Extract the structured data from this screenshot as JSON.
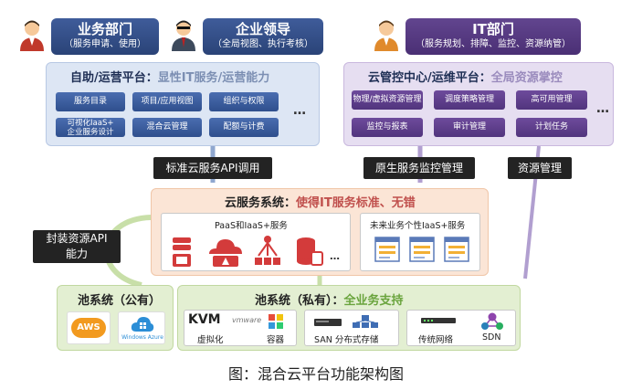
{
  "roles": {
    "business": {
      "title": "业务部门",
      "subtitle": "（服务申请、使用）"
    },
    "leadership": {
      "title": "企业领导",
      "subtitle": "（全局视图、执行考核）"
    },
    "it": {
      "title": "IT部门",
      "subtitle": "（服务规划、排障、监控、资源纳管）"
    }
  },
  "self_service": {
    "title": "自助/运营平台：",
    "highlight": "显性IT服务/运营能力",
    "items": [
      "服务目录",
      "项目/应用视图",
      "组织与权限",
      "可视化IaaS+",
      "企业服务设计",
      "混合云管理",
      "配额与计费"
    ],
    "more": "…"
  },
  "cloud_control": {
    "title": "云管控中心/运维平台：",
    "highlight": "全局资源掌控",
    "items": [
      "物理/虚拟资源管理",
      "调度策略管理",
      "高可用管理",
      "监控与报表",
      "审计管理",
      "计划任务"
    ],
    "more": "…"
  },
  "connectors": {
    "std_api": "标准云服务API调用",
    "native_monitor": "原生服务监控管理",
    "resource_mgmt": "资源管理",
    "encap_api_1": "封装资源API",
    "encap_api_2": "能力"
  },
  "cloud_service": {
    "title": "云服务系统：",
    "highlight": "使得IT服务标准、无错",
    "left_box_title": "PaaS和IaaS+服务",
    "right_box_title": "未来业务个性IaaS+服务",
    "more": "…"
  },
  "pool_public": {
    "title": "池系统（公有）",
    "aws": "AWS",
    "azure": "Windows Azure"
  },
  "pool_private": {
    "title": "池系统（私有）：",
    "highlight": "全业务支持",
    "kvm": "KVM",
    "vmware": "vmware",
    "virtualization": "虚拟化",
    "container": "容器",
    "storage": "SAN 分布式存储",
    "network": "传统网络",
    "sdn": "SDN"
  },
  "caption": "图：混合云平台功能架构图",
  "colors": {
    "blue_role": "#2a4377",
    "purple_role": "#4a2f74",
    "orange_accent": "#c0504d",
    "green_accent": "#6aa43d"
  }
}
